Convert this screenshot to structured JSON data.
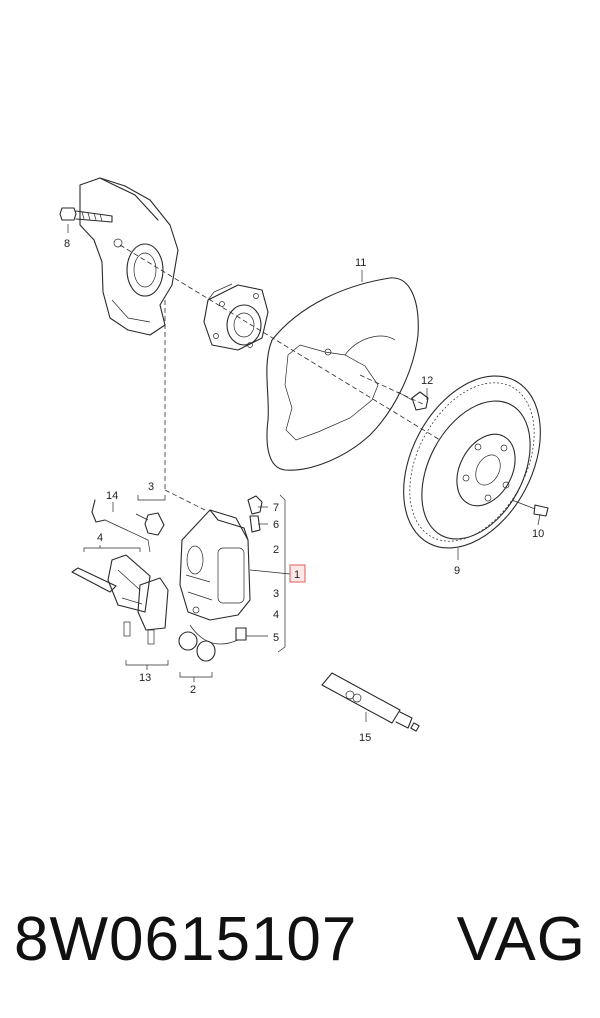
{
  "callouts": {
    "c1": "1",
    "c2a": "2",
    "c2b": "2",
    "c3a": "3",
    "c3b": "3",
    "c4a": "4",
    "c4b": "4",
    "c5": "5",
    "c6": "6",
    "c7": "7",
    "c8": "8",
    "c9": "9",
    "c10": "10",
    "c11": "11",
    "c12": "12",
    "c13": "13",
    "c14": "14",
    "c15": "15"
  },
  "footer": {
    "part_number": "8W0615107",
    "brand": "VAG"
  },
  "colors": {
    "line": "#2a2a2a",
    "highlight_box": "#e05a5a",
    "highlight_fill": "#fde8e8"
  }
}
